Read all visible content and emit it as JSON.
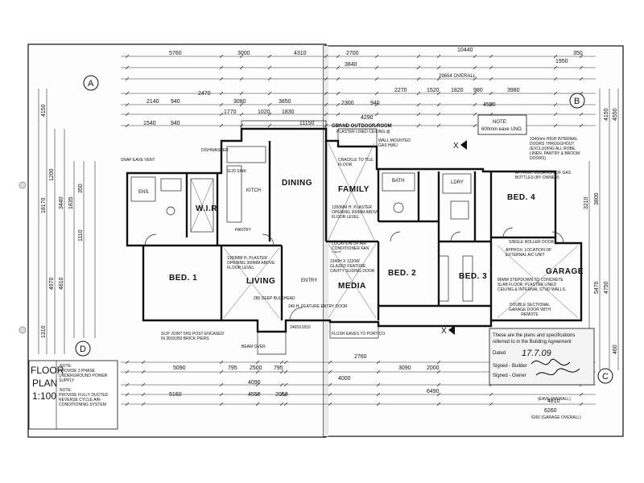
{
  "drawing": {
    "title_lines": [
      "FLOOR",
      "PLAN",
      "1:100"
    ],
    "notes": [
      {
        "label": "NOTE:",
        "text": "PROVIDE 3 PHASE UNDERGROUND POWER SUPPLY"
      },
      {
        "label": "NOTE:",
        "text": "PROVIDE FULLY DUCTED REVERSE CYCLE AIR-CONDITIONING SYSTEM"
      }
    ],
    "markers": [
      "A",
      "B",
      "C",
      "D"
    ],
    "rooms": [
      {
        "key": "ens",
        "label": "ENS."
      },
      {
        "key": "wir",
        "label": "W.I.R"
      },
      {
        "key": "bed1",
        "label": "BED. 1"
      },
      {
        "key": "living",
        "label": "LIVING"
      },
      {
        "key": "dining",
        "label": "DINING"
      },
      {
        "key": "kitchen",
        "label": "KITCH"
      },
      {
        "key": "family",
        "label": "FAMILY"
      },
      {
        "key": "entry",
        "label": "ENTRY"
      },
      {
        "key": "media",
        "label": "MEDIA"
      },
      {
        "key": "bath",
        "label": "BATH"
      },
      {
        "key": "ldry",
        "label": "LDRY"
      },
      {
        "key": "bed2",
        "label": "BED. 2"
      },
      {
        "key": "bed3",
        "label": "BED. 3"
      },
      {
        "key": "bed4",
        "label": "BED. 4"
      },
      {
        "key": "garage",
        "label": "GARAGE"
      },
      {
        "key": "pantry",
        "label": "PANTRY"
      }
    ],
    "annotations": {
      "grand_outdoor": "GRAND OUTDOOR ROOM",
      "grand_outdoor_sub": "PLASTER LINED CEILING @",
      "overall_top": "29654 OVERALL",
      "eave_box": [
        "NOTE:",
        "600mm eave UNO."
      ],
      "ceiling_note": "2340mm HIGH INTERNAL DOORS THROUGHOUT (EXCLUDING ALL ROBE, LINEN, PANTRY & BROOM DOORS)",
      "gas_note": "APPROX. LOCATION OF GAS BOTTLES (BY OWNER)",
      "garage_note": "86MM STEPDOWN TO CONCRETE SLAB FLOOR, PLASTER LINED CEILING & INTERNAL STUD WALLS.",
      "garage_door": "DOUBLE SECTIONAL GARAGE DOOR WITH REMOTE",
      "roller_door": "SINGLE ROLLER DOOR",
      "ac_note": "APPROX. LOCATION OF EXTERNAL A/C UNIT",
      "living_ceiling": "1350MM H. PLASTER OPENING 300MM ABOVE FLOOR LEVEL",
      "family_ceiling": "1350MM H. PLASTER OPENING 300MM ABOVE FLOOR LEVEL",
      "cavity_door": "2340H X 1220W GLAZED FEATURE CAVITY SLIDING DOOR",
      "snap_eave": "SNAP EAVE VENT",
      "wall_mounted": "WALL MOUNTED GAS HWU",
      "crackle": "CRACKLE TO TILE FLOOR",
      "deep_bulkhead": "285 DEEP BULKHEAD",
      "flush_eaves": "FLUSH EAVES TO PORTICO",
      "beam_over": "BEAM OVER",
      "slip_joint": "SLIP JOINT 5HS POST ENCASED IN 350X350 BRICK PIERS",
      "sink": "1120 SINK",
      "dishwasher": "DISHWASHER",
      "aircon_return": "LOCATION OF AIR CONDITIONER FAN UNIT",
      "fixture": "240 H. FEATURE ENTRY DOOR",
      "void": "2465X1810",
      "garage_overall": "6260 (GARAGE OVERALL)",
      "eave_overall": "(EAVE OVERALL)"
    },
    "dims_top": [
      "5760",
      "3000",
      "4310",
      "3840",
      "2700",
      "10440",
      "1950",
      "350"
    ],
    "dims_top2": [
      "2140",
      "940",
      "2470",
      "3080",
      "3850",
      "2300",
      "940",
      "1820",
      "4550",
      "2270",
      "1520",
      "980",
      "3980"
    ],
    "dims_top3": [
      "1540",
      "940",
      "1770",
      "1020",
      "1830",
      "11150",
      "4290"
    ],
    "dims_bottom": [
      "5090",
      "795",
      "2500",
      "795",
      "2760",
      "3090",
      "2000",
      "4000",
      "4810"
    ],
    "dims_bottom2": [
      "5160",
      "4090",
      "2050",
      "4550",
      "6490",
      "6260"
    ],
    "dims_left": [
      "18170",
      "4970",
      "4810",
      "1200",
      "1310",
      "3440",
      "1835",
      "350",
      "1110",
      "4150"
    ],
    "dims_right": [
      "4150",
      "4550",
      "3800",
      "5470",
      "4750",
      "3210",
      "460"
    ],
    "stamp": {
      "lines": [
        "These are the plans and specifications",
        "referred to in the Building Agreement"
      ],
      "dated_label": "Dated",
      "dated_value": "17.7.09",
      "signed_builder": "Signed - Builder",
      "signed_owner": "Signed - Owner"
    }
  }
}
